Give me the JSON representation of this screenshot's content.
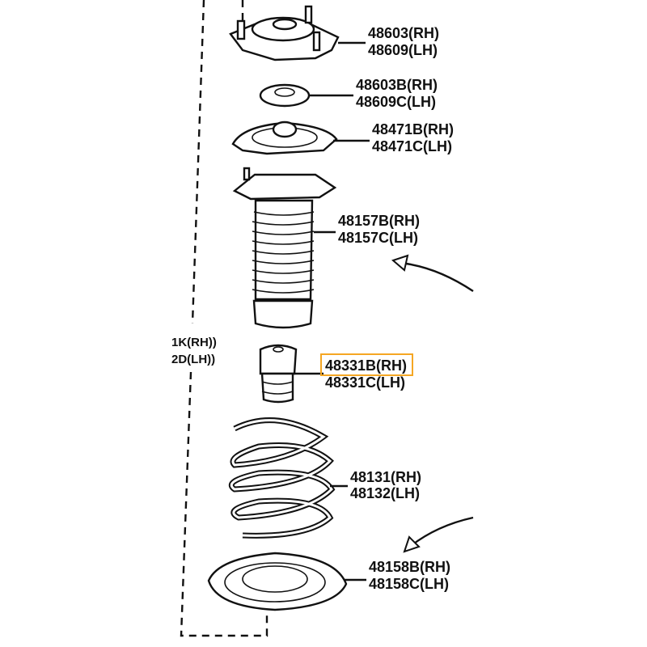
{
  "title": "Front strut spring and mount parts diagram",
  "parts": [
    {
      "rh": "48603(RH)",
      "lh": "48609(LH)",
      "name": "strut-mount"
    },
    {
      "rh": "48603B(RH)",
      "lh": "48609C(LH)",
      "name": "bearing"
    },
    {
      "rh": "48471B(RH)",
      "lh": "48471C(LH)",
      "name": "upper-spring-seat"
    },
    {
      "rh": "48157B(RH)",
      "lh": "48157C(LH)",
      "name": "dust-boot"
    },
    {
      "rh": "48331B(RH)",
      "lh": "48331C(LH)",
      "name": "bump-stop"
    },
    {
      "rh": "48131(RH)",
      "lh": "48132(LH)",
      "name": "coil-spring"
    },
    {
      "rh": "48158B(RH)",
      "lh": "48158C(LH)",
      "name": "lower-insulator"
    }
  ],
  "assembly_ref": {
    "rh": "1K(RH))",
    "lh": "2D(LH))"
  },
  "highlight": {
    "part": "48331B(RH)",
    "color": "#f5a623"
  }
}
